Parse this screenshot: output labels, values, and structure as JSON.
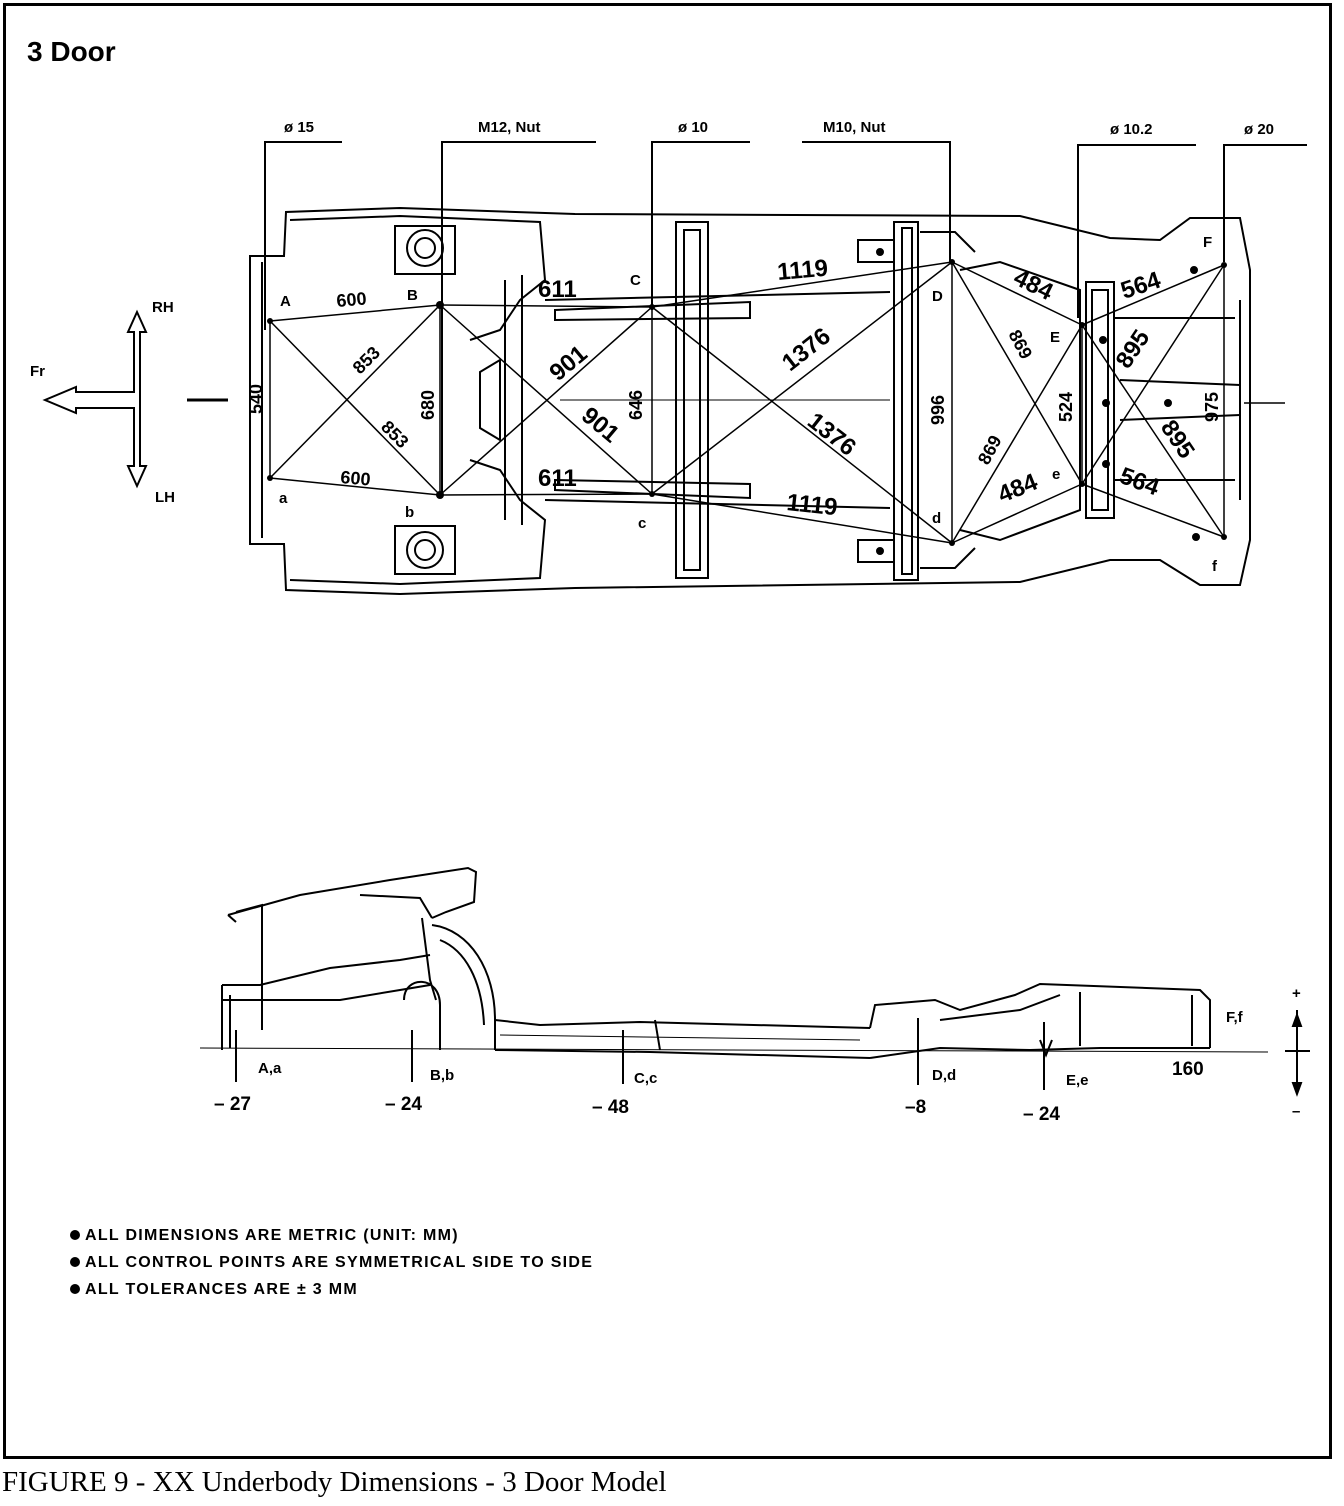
{
  "title": "3  Door",
  "caption": "FIGURE 9 - XX Underbody Dimensions - 3 Door Model",
  "callouts": [
    "ø 15",
    "M12, Nut",
    "ø 10",
    "M10, Nut",
    "ø 10.2",
    "ø 20"
  ],
  "direction": {
    "fr": "Fr",
    "rh": "RH",
    "lh": "LH"
  },
  "points_upper": [
    "A",
    "B",
    "C",
    "D",
    "E",
    "F"
  ],
  "points_lower": [
    "a",
    "b",
    "c",
    "d",
    "e",
    "f"
  ],
  "dimensions": {
    "ab_top": "600",
    "ab_bottom": "600",
    "a_width": "540",
    "b_width": "680",
    "ab_diag_1": "853",
    "ab_diag_2": "853",
    "bc_top": "611",
    "bc_bottom": "611",
    "bc_diag_1": "901",
    "bc_diag_2": "901",
    "c_width": "646",
    "cd_top": "1119",
    "cd_bottom": "1119",
    "cd_diag_1": "1376",
    "cd_diag_2": "1376",
    "d_width": "996",
    "de_top": "484",
    "de_bottom": "484",
    "de_diag_1": "869",
    "de_diag_2": "869",
    "e_width": "524",
    "ef_top": "564",
    "ef_bottom": "564",
    "ef_diag_1": "895",
    "ef_diag_2": "895",
    "f_width": "975"
  },
  "side_points": [
    "A,a",
    "B,b",
    "C,c",
    "D,d",
    "E,e",
    "F,f"
  ],
  "heights": [
    "– 27",
    "– 24",
    "– 48",
    "–8",
    "– 24",
    "160"
  ],
  "height_axis": {
    "plus": "+",
    "minus": "–"
  },
  "notes": [
    "ALL  DIMENSIONS  ARE  METRIC  (UNIT:  MM)",
    "ALL  CONTROL  POINTS  ARE  SYMMETRICAL  SIDE  TO  SIDE",
    "ALL  TOLERANCES  ARE  ± 3 MM"
  ]
}
